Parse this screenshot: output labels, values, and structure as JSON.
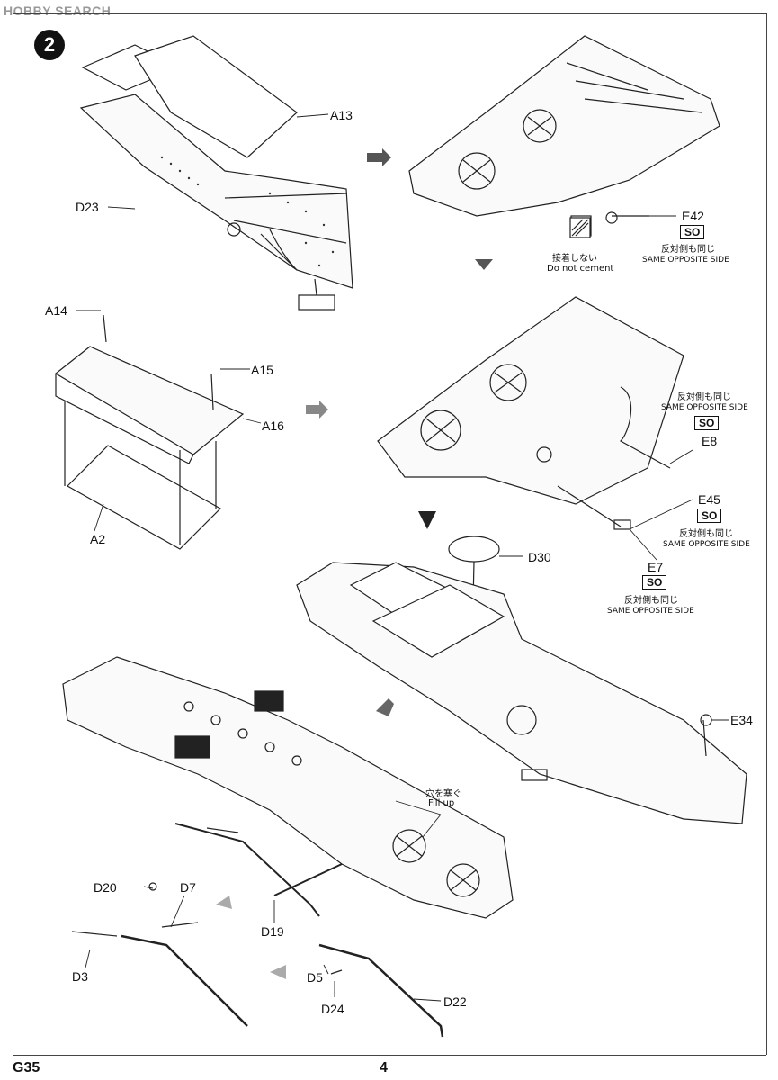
{
  "watermark": "HOBBY SEARCH",
  "step": {
    "number": "2"
  },
  "labels": {
    "A13": "A13",
    "D23": "D23",
    "A14": "A14",
    "A15": "A15",
    "A16": "A16",
    "A2": "A2",
    "E42": "E42",
    "E8": "E8",
    "E45": "E45",
    "E7": "E7",
    "D30": "D30",
    "E34": "E34",
    "D20": "D20",
    "D7": "D7",
    "D3": "D3",
    "D19": "D19",
    "D5": "D5",
    "D24": "D24",
    "D22": "D22"
  },
  "notes": {
    "do_not_cement_jp": "接着しない",
    "do_not_cement_en": "Do not cement",
    "same_opposite_jp": "反対側も同じ",
    "same_opposite_en": "SAME OPPOSITE SIDE",
    "so_badge": "SO",
    "fill_up_jp": "穴を塞ぐ",
    "fill_up_en": "Fill up"
  },
  "footer": {
    "code": "G35",
    "page": "4"
  }
}
